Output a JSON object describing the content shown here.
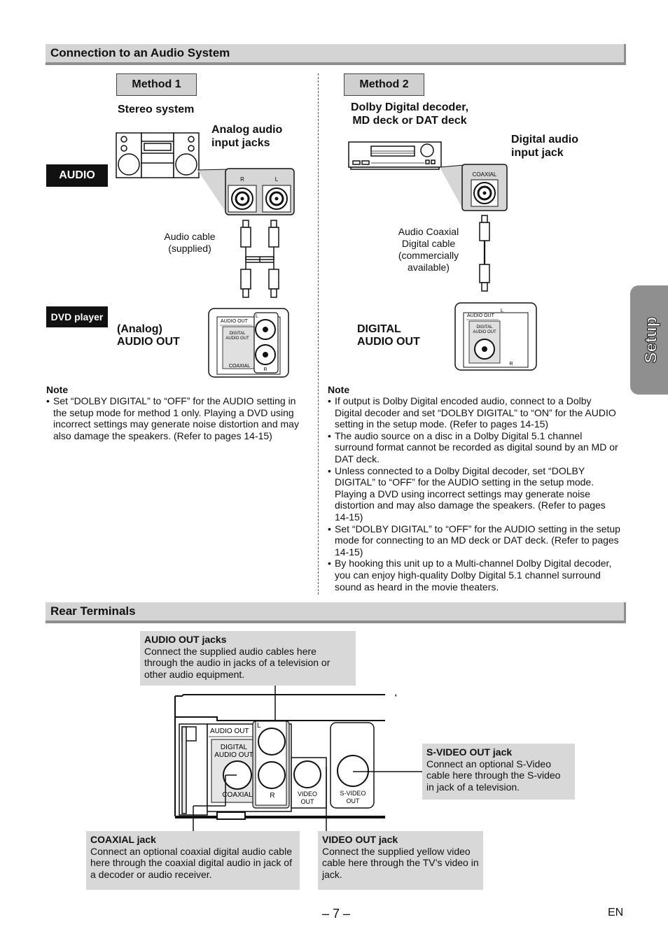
{
  "section1": {
    "title": "Connection to an Audio System",
    "method1": {
      "label": "Method 1",
      "device": "Stereo system",
      "input_label": "Analog audio input jacks",
      "audio_tag": "AUDIO",
      "dvd_tag": "DVD player",
      "cable_label": "Audio cable (supplied)",
      "output_label_1": "(Analog)",
      "output_label_2": "AUDIO OUT",
      "jack_r": "R",
      "jack_l": "L",
      "panel": {
        "audio_out": "AUDIO OUT",
        "digital_line1": "DIGITAL",
        "digital_line2": "AUDIO OUT",
        "coaxial": "COAXIAL",
        "l": "L",
        "r": "R"
      },
      "note_title": "Note",
      "notes": [
        "Set “DOLBY DIGITAL” to “OFF” for the AUDIO setting in the setup mode for method 1 only. Playing a DVD using incorrect settings may generate noise distortion and may also damage the speakers. (Refer to pages 14-15)"
      ]
    },
    "method2": {
      "label": "Method 2",
      "device_line1": "Dolby Digital decoder,",
      "device_line2": "MD deck or DAT deck",
      "input_label_line1": "Digital audio",
      "input_label_line2": "input jack",
      "coaxial_label": "COAXIAL",
      "cable_label": "Audio Coaxial Digital cable (commercially available)",
      "output_label_1": "DIGITAL",
      "output_label_2": "AUDIO OUT",
      "panel": {
        "audio_out": "AUDIO OUT",
        "digital_line1": "DIGITAL",
        "digital_line2": "AUDIO OUT",
        "l": "L",
        "r": "R"
      },
      "note_title": "Note",
      "notes": [
        "If output is Dolby Digital encoded audio, connect to a Dolby Digital decoder and set “DOLBY DIGITAL” to “ON” for the AUDIO setting in the setup mode. (Refer to pages 14-15)",
        "The audio source on a disc in a Dolby Digital 5.1 channel surround format cannot be recorded as digital sound by an MD or DAT deck.",
        "Unless connected to a Dolby Digital decoder, set “DOLBY DIGITAL” to “OFF” for the AUDIO setting in the setup mode. Playing a DVD using incorrect settings may generate noise distortion and may also damage the speakers. (Refer to pages 14-15)",
        "Set “DOLBY DIGITAL” to “OFF” for the AUDIO setting in the setup mode for connecting to an MD deck or DAT deck. (Refer to pages 14-15)",
        "By hooking this unit up to a Multi-channel Dolby Digital decoder, you can enjoy high-quality Dolby Digital 5.1 channel surround sound as heard in the movie theaters."
      ]
    }
  },
  "section2": {
    "title": "Rear Terminals",
    "callouts": {
      "audio_out": {
        "title": "AUDIO OUT jacks",
        "text": "Connect the supplied audio cables here through the audio in jacks of a television or other audio equipment."
      },
      "svideo": {
        "title": "S-VIDEO OUT jack",
        "text": "Connect an optional S-Video cable here through the S-video in jack of a television."
      },
      "coaxial": {
        "title": "COAXIAL jack",
        "text": "Connect an optional coaxial digital audio cable here through the coaxial digital audio in jack of a decoder or audio receiver."
      },
      "video": {
        "title": "VIDEO OUT jack",
        "text": "Connect the supplied yellow video cable here through the TV’s video in jack."
      }
    },
    "panel": {
      "audio_out": "AUDIO OUT",
      "digital_line1": "DIGITAL",
      "digital_line2": "AUDIO OUT",
      "coaxial": "COAXIAL",
      "l": "L",
      "r": "R",
      "video_line1": "VIDEO",
      "video_line2": "OUT",
      "svideo_line1": "S-VIDEO",
      "svideo_line2": "OUT"
    }
  },
  "side_tab": "Setup",
  "footer": {
    "page": "– 7 –",
    "lang": "EN"
  }
}
